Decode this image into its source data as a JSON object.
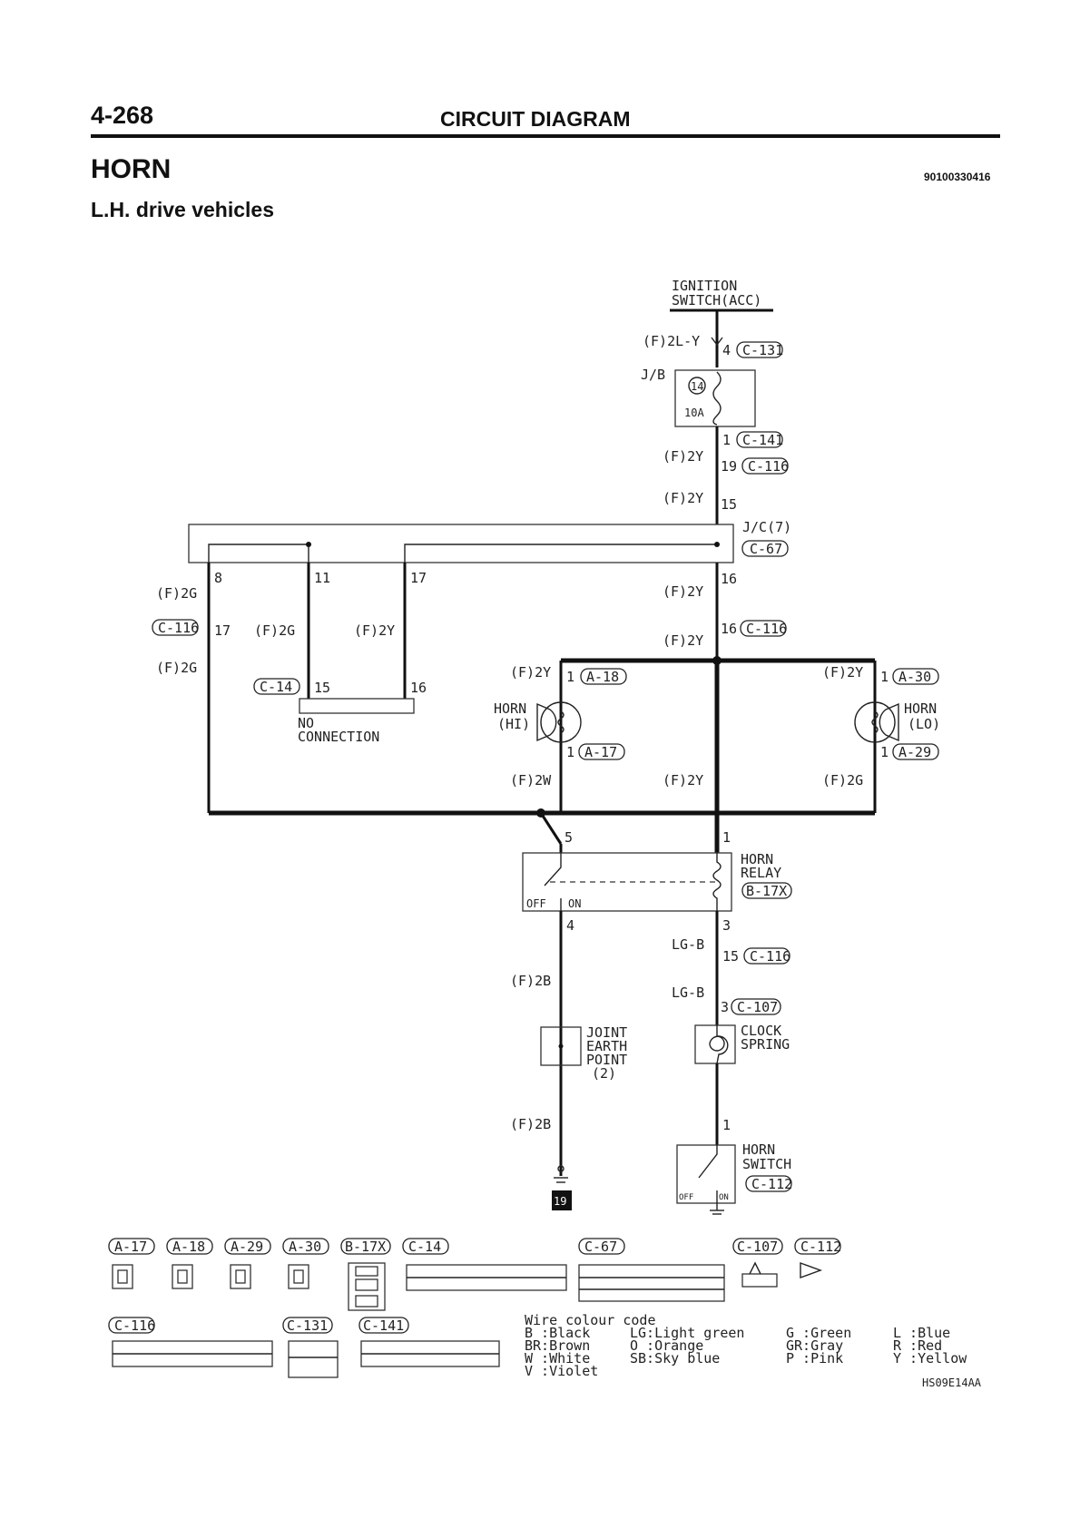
{
  "header": {
    "page_number": "4-268",
    "section": "CIRCUIT DIAGRAM",
    "title": "HORN",
    "subtitle": "L.H. drive vehicles",
    "doc_code": "90100330416"
  },
  "diagram": {
    "ignition": {
      "line1": "IGNITION",
      "line2": "SWITCH(ACC)"
    },
    "jb": {
      "label": "J/B",
      "fuse_no": "14",
      "fuse_rating": "10A"
    },
    "jc": {
      "label": "J/C(7)",
      "connector": "C-67"
    },
    "no_connection": {
      "line1": "NO",
      "line2": "CONNECTION"
    },
    "horn_hi": {
      "line1": "HORN",
      "line2": "(HI)"
    },
    "horn_lo": {
      "line1": "HORN",
      "line2": "(LO)"
    },
    "relay": {
      "line1": "HORN",
      "line2": "RELAY",
      "connector": "B-17X",
      "off": "OFF",
      "on": "ON"
    },
    "earth": {
      "line1": "JOINT",
      "line2": "EARTH",
      "line3": "POINT",
      "line4": "(2)",
      "ground_no": "19"
    },
    "clock": {
      "line1": "CLOCK",
      "line2": "SPRING"
    },
    "horn_switch": {
      "line1": "HORN",
      "line2": "SWITCH",
      "connector": "C-112",
      "off": "OFF",
      "on": "ON"
    },
    "wires": {
      "f2ly": "(F)2L-Y",
      "f2y": "(F)2Y",
      "f2g": "(F)2G",
      "f2w": "(F)2W",
      "f2b": "(F)2B",
      "lgb": "LG-B"
    },
    "pins": {
      "p1": "1",
      "p3": "3",
      "p4": "4",
      "p5": "5",
      "p8": "8",
      "p11": "11",
      "p15": "15",
      "p16": "16",
      "p17": "17",
      "p19": "19"
    },
    "conn": {
      "c131": "C-131",
      "c141": "C-141",
      "c116": "C-116",
      "c14": "C-14",
      "a18": "A-18",
      "a17": "A-17",
      "a30": "A-30",
      "a29": "A-29",
      "c107": "C-107"
    }
  },
  "connector_legend": {
    "row1": [
      "A-17",
      "A-18",
      "A-29",
      "A-30",
      "B-17X",
      "C-14",
      "C-67",
      "C-107",
      "C-112"
    ],
    "row2": [
      "C-116",
      "C-131",
      "C-141"
    ]
  },
  "wire_colour_code": {
    "title": "Wire colour code",
    "entries": [
      "B :Black",
      "BR:Brown",
      "W :White",
      "V :Violet",
      "LG:Light green",
      "O :Orange",
      "SB:Sky blue",
      "G :Green",
      "GR:Gray",
      "P :Pink",
      "L :Blue",
      "R :Red",
      "Y :Yellow"
    ]
  },
  "figure_code": "HS09E14AA"
}
